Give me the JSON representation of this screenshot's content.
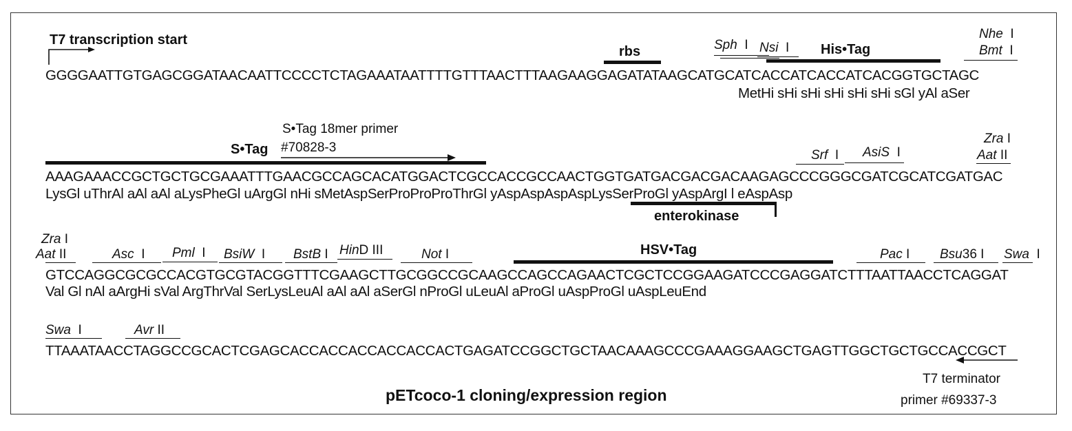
{
  "figure": {
    "title": "pETcoco-1 cloning/expression region"
  },
  "labels": {
    "t7_start": "T7 transcription start",
    "rbs": "rbs",
    "his_tag": "His•Tag",
    "s_tag": "S•Tag",
    "s_tag_primer_line1": "S•Tag 18mer primer",
    "s_tag_primer_line2": "#70828-3",
    "enterokinase": "enterokinase",
    "hsv_tag": "HSV•Tag",
    "t7_term_line1": "T7 terminator",
    "t7_term_line2": "primer #69337-3"
  },
  "restriction_sites": {
    "sph": {
      "name": "Sph",
      "suffix": "I"
    },
    "nsi": {
      "name": "Nsi",
      "suffix": "I"
    },
    "nhe": {
      "name": "Nhe",
      "suffix": "I"
    },
    "bmt": {
      "name": "Bmt",
      "suffix": "I"
    },
    "srf": {
      "name": "Srf",
      "suffix": "I"
    },
    "asis": {
      "name": "AsiS",
      "suffix": "I"
    },
    "zra1": {
      "name": "Zra",
      "suffix": "I"
    },
    "aat1": {
      "name": "Aat",
      "suffix": "II"
    },
    "zra2": {
      "name": "Zra",
      "suffix": "I"
    },
    "aat2": {
      "name": "Aat",
      "suffix": "II"
    },
    "asc": {
      "name": "Asc",
      "suffix": "I"
    },
    "pml": {
      "name": "Pml",
      "suffix": "I"
    },
    "bsiw": {
      "name": "BsiW",
      "suffix": "I"
    },
    "bstb": {
      "name": "BstB",
      "suffix": "I"
    },
    "hind": {
      "name": "Hin",
      "suffix": "D III"
    },
    "not": {
      "name": "Not",
      "suffix": "I"
    },
    "pac": {
      "name": "Pac",
      "suffix": "I"
    },
    "bsu": {
      "name": "Bsu",
      "suffix": "36 I"
    },
    "swa1": {
      "name": "Swa",
      "suffix": "I"
    },
    "swa2": {
      "name": "Swa",
      "suffix": "I"
    },
    "avr": {
      "name": "Avr",
      "suffix": "II"
    }
  },
  "sequence": {
    "dna": [
      "GGGGAATTGTGAGCGGATAACAATTCCCCTCTAGAAATAATTTTGTTTAACTTTAAGAAGGAGATATAAGCATGCATCACCATCACCATCACGGTGCTAGC",
      "AAAGAAACCGCTGCTGCGAAATTTGAACGCCAGCACATGGACTCGCCACCGCCAACTGGTGATGACGACGACAAGAGCCCGGGCGATCGCATCGATGAC",
      "GTCCAGGCGCGCCACGTGCGTACGGTTTCGAAGCTTGCGGCCGCAAGCCAGCCAGAACTCGCTCCGGAAGATCCCGAGGATCTTTAATTAACCTCAGGAT",
      "TTAAATAACCTAGGCCGCACTCGAGCACCACCACCACCACCACTGAGATCCGGCTGCTAACAAAGCCCGAAAGGAAGCTGAGTTGGCTGCTGCCACCGCT"
    ],
    "protein": [
      "MetHi sHi sHi sHi sHi sHi sGl yAl aSer",
      "LysGl uThrAl aAl aAl aLysPheGl uArgGl nHi sMetAspSerProProProThrGl yAspAspAspAspLysSerProGl yAspArgI l eAspAsp",
      "Val Gl nAl aArgHi sVal ArgThrVal SerLysLeuAl aAl aAl aSerGl nProGl uLeuAl aProGl uAspProGl uAspLeuEnd"
    ]
  },
  "colors": {
    "ink": "#111111",
    "frame": "#333333",
    "background": "#ffffff"
  }
}
